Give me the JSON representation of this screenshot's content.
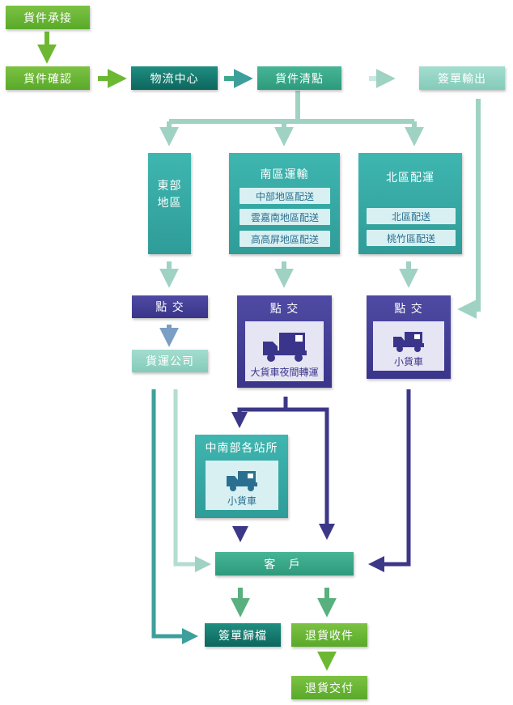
{
  "colors": {
    "lime": "#6cb833",
    "dark_teal": "#147a70",
    "mid_teal": "#3aa88a",
    "light_teal": "#96d4c4",
    "panel_teal": "#36a9a4",
    "purple": "#433e96",
    "arrow_light": "#9fd2c3",
    "arrow_teal": "#3d9f9c",
    "arrow_purple": "#3d3788",
    "arrow_green": "#58b07e"
  },
  "nodes": {
    "cargo_receive": "貨件承接",
    "cargo_confirm": "貨件確認",
    "logistics_center": "物流中心",
    "cargo_inventory": "貨件清點",
    "receipt_output": "簽單輸出",
    "east_region_line1": "東部",
    "east_region_line2": "地區",
    "south_transport": "南區運輸",
    "south_sub": [
      "中部地區配送",
      "雲嘉南地區配送",
      "高高屏地區配送"
    ],
    "north_delivery": "北區配運",
    "north_sub": [
      "北區配送",
      "桃竹區配送"
    ],
    "handover_east": "點 交",
    "handover_south": "點 交",
    "handover_north": "點 交",
    "freight_company": "貨運公司",
    "big_truck_label": "大貨車夜間轉運",
    "small_truck_label_north": "小貨車",
    "stations": "中南部各站所",
    "small_truck_label_station": "小貨車",
    "customer": "客 戶",
    "receipt_archive": "簽單歸檔",
    "return_receive": "退貨收件",
    "return_deliver": "退貨交付"
  },
  "icons": [
    "truck-icon"
  ]
}
